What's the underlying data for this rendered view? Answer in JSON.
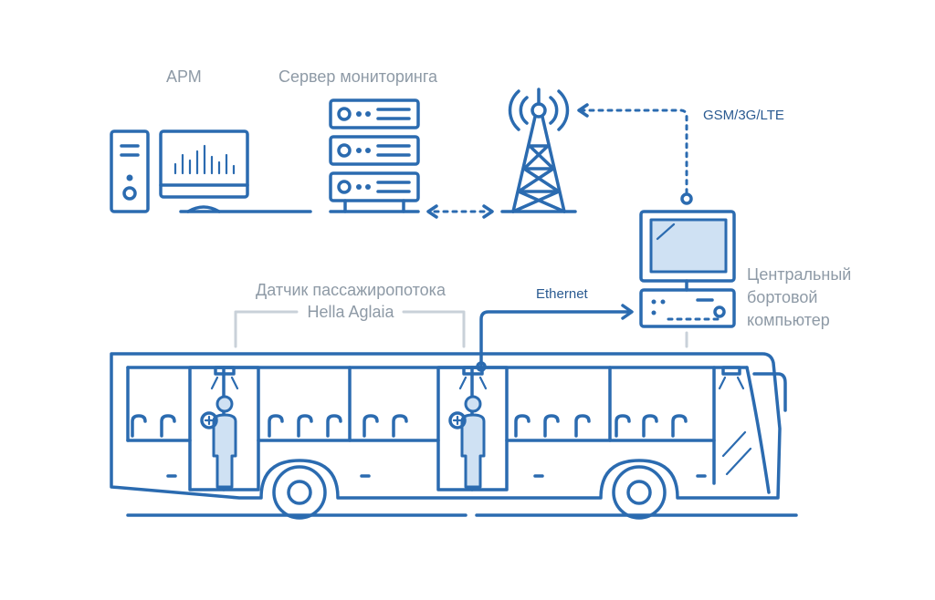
{
  "labels": {
    "arm": "АРМ",
    "server": "Сервер мониторинга",
    "gsm": "GSM/3G/LTE",
    "sensor_line1": "Датчик пассажиропотока",
    "sensor_line2": "Hella Aglaia",
    "ethernet": "Ethernet",
    "computer_line1": "Центральный",
    "computer_line2": "бортовой",
    "computer_line3": "компьютер"
  },
  "icons": [
    "workstation-icon",
    "server-rack-icon",
    "antenna-tower-icon",
    "onboard-computer-icon",
    "bus-icon",
    "passenger-icon",
    "sensor-icon"
  ],
  "colors": {
    "stroke": "#2b6bb0",
    "light_fill": "#cfe1f3",
    "label_grey": "#8e9aa6",
    "label_blue": "#2a5a91",
    "leader": "#c9d1d9"
  }
}
